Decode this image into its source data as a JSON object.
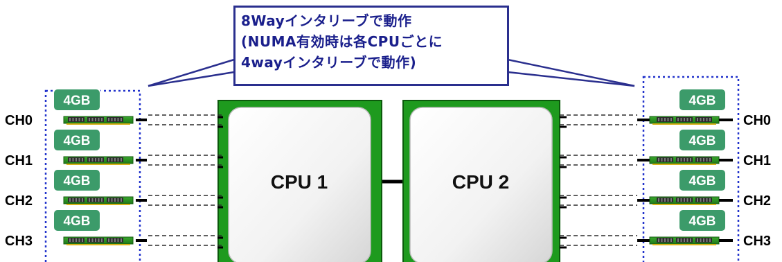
{
  "callout": {
    "lines": [
      "8Wayインタリーブで動作",
      "(NUMA有効時は各CPUごとに",
      "4wayインタリーブで動作)"
    ]
  },
  "cpus": [
    {
      "label": "CPU 1"
    },
    {
      "label": "CPU 2"
    }
  ],
  "channels": [
    "CH0",
    "CH1",
    "CH2",
    "CH3"
  ],
  "dimm_label": "4GB",
  "colors": {
    "callout_border": "#2a2f8e",
    "callout_text": "#1a1f8c",
    "cpu_substrate": "#1e9a1e",
    "badge_green": "#3c9b6a",
    "group_outline": "#2233cc"
  }
}
